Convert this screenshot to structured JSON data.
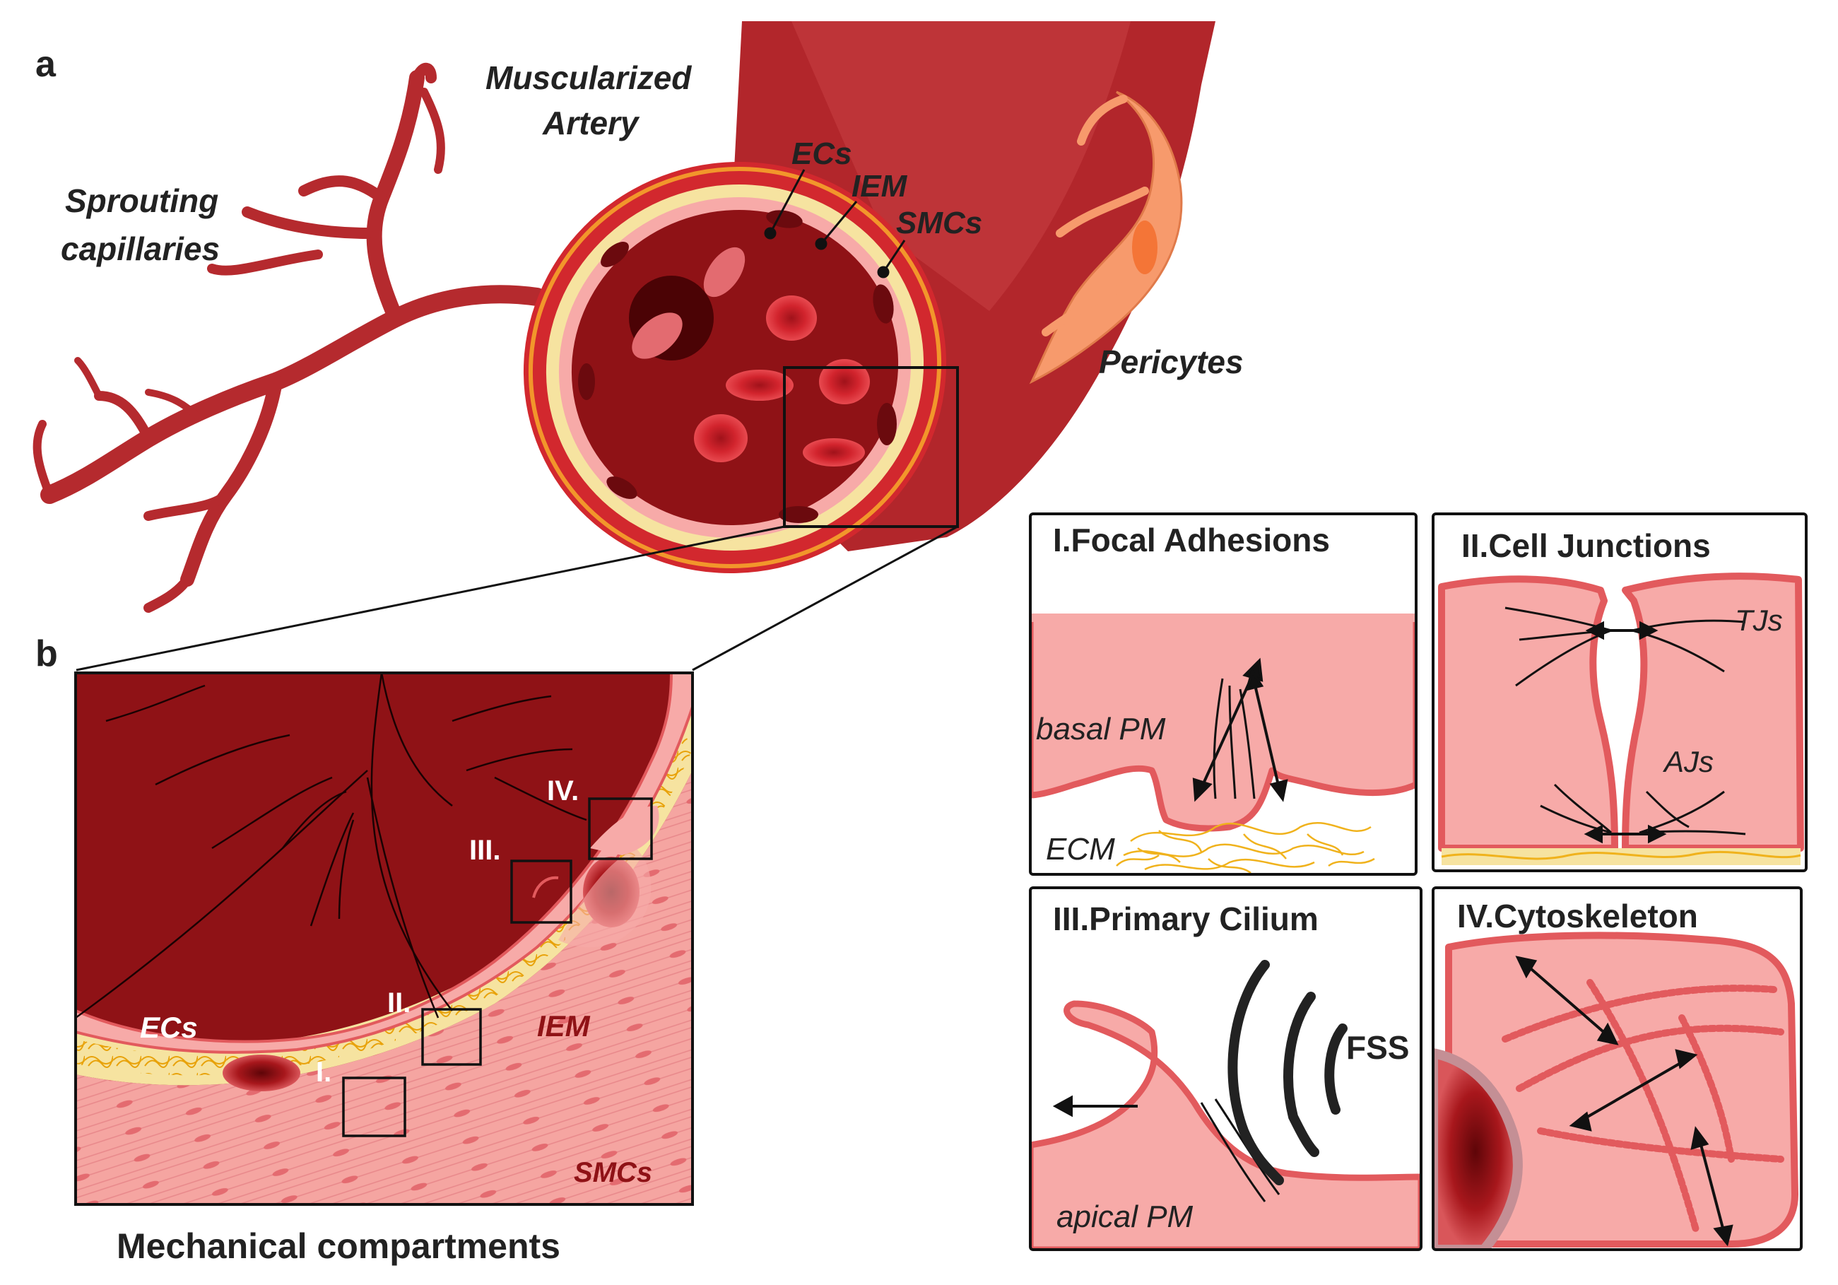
{
  "panel_a": {
    "letter": "a",
    "labels": {
      "muscularized_1": "Muscularized",
      "muscularized_2": "Artery",
      "sprouting_1": "Sprouting",
      "sprouting_2": "capillaries",
      "ecs": "ECs",
      "iem": "IEM",
      "smcs": "SMCs",
      "pericytes": "Pericytes"
    }
  },
  "panel_b": {
    "letter": "b",
    "title": "Mechanical compartments",
    "labels": {
      "ecs": "ECs",
      "iem": "IEM",
      "smcs": "SMCs",
      "box_1": "I.",
      "box_2": "II.",
      "box_3": "III.",
      "box_4": "IV."
    }
  },
  "insets": {
    "focal": {
      "title": "I.Focal Adhesions",
      "basal": "basal PM",
      "ecm": "ECM"
    },
    "junctions": {
      "title": "II.Cell Junctions",
      "tjs": "TJs",
      "ajs": "AJs"
    },
    "cilium": {
      "title": "III.Primary Cilium",
      "fss": "FSS",
      "apical": "apical PM"
    },
    "cytoskeleton": {
      "title": "IV.Cytoskeleton"
    }
  },
  "colors": {
    "artery": "#b2262b",
    "artery_dark": "#8f1b1f",
    "lumen": "#7a0d10",
    "cell_pink": "#f7aaa8",
    "membrane": "#e25a5d",
    "iem_yellow": "#f6e3a0",
    "ecm_gold": "#f0b21c",
    "pericyte": "#f79a6c",
    "text": "#222222"
  }
}
